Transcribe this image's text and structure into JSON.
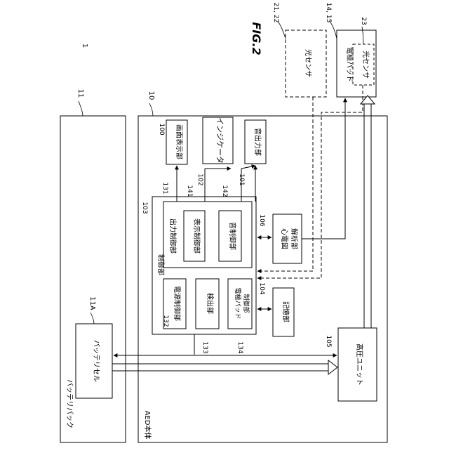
{
  "figure": {
    "title": "FIG.2",
    "device_ref": "1"
  },
  "battery_pack": {
    "ref": "11",
    "label": "バッテリパック",
    "cell": {
      "ref": "11A",
      "label": "バッテリセル"
    }
  },
  "aed_body": {
    "ref": "10",
    "label": "AED本体",
    "screen_display": {
      "ref": "100",
      "label": "画面表示部"
    },
    "indicator": {
      "ref": "102",
      "label": "インジケータ"
    },
    "audio_output": {
      "ref": "101",
      "label": "音出力部"
    },
    "control": {
      "ref": "103",
      "label": "制御部",
      "output_control": {
        "ref": "131",
        "label": "出力制御部",
        "display_control": {
          "ref": "141",
          "label": "表示制御部"
        },
        "sound_control": {
          "ref": "142",
          "label": "音制御部"
        }
      },
      "power_control": {
        "ref": "132",
        "label": "電源制御部"
      },
      "detection": {
        "ref": "133",
        "label": "検出部"
      },
      "pad_control": {
        "ref": "134",
        "label_line1": "電極パッド",
        "label_line2": "制御部"
      }
    },
    "ecg_analysis": {
      "ref": "106",
      "label_line1": "心電図",
      "label_line2": "解析部"
    },
    "storage": {
      "ref": "104",
      "label": "記憶部"
    },
    "high_voltage": {
      "ref": "105",
      "label": "高圧ユニット"
    }
  },
  "optical_sensor_ext": {
    "ref": "21, 22",
    "label": "光センサ"
  },
  "electrode_pad": {
    "ref": "14, 15",
    "label": "電極パッド",
    "sensor": {
      "ref": "23",
      "label": "光センサ"
    }
  }
}
